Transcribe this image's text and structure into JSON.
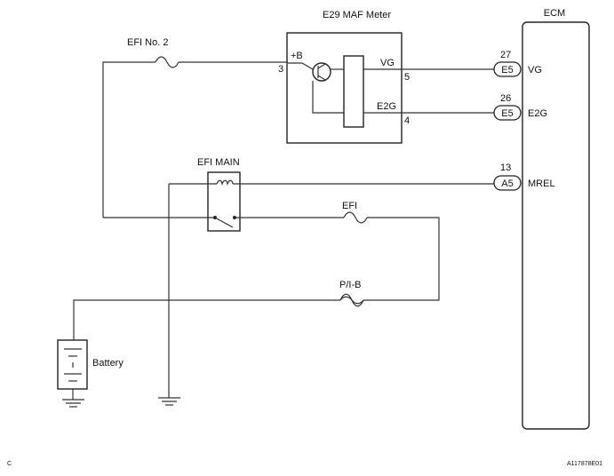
{
  "maf_meter": {
    "title": "E29 MAF Meter",
    "term_b": "+B",
    "term_vg": "VG",
    "term_e2g": "E2G",
    "pin_3": "3",
    "pin_5": "5",
    "pin_4": "4"
  },
  "ecm": {
    "title": "ECM",
    "pins": [
      {
        "number": "27",
        "connector": "E5",
        "signal": "VG"
      },
      {
        "number": "26",
        "connector": "E5",
        "signal": "E2G"
      },
      {
        "number": "13",
        "connector": "A5",
        "signal": "MREL"
      }
    ]
  },
  "fuses": {
    "efi_no2": "EFI No. 2",
    "efi": "EFI",
    "pib": "P/I-B"
  },
  "relay": {
    "label": "EFI MAIN"
  },
  "battery": {
    "label": "Battery"
  },
  "footer": {
    "left_code": "C",
    "right_code": "A117878E01"
  }
}
